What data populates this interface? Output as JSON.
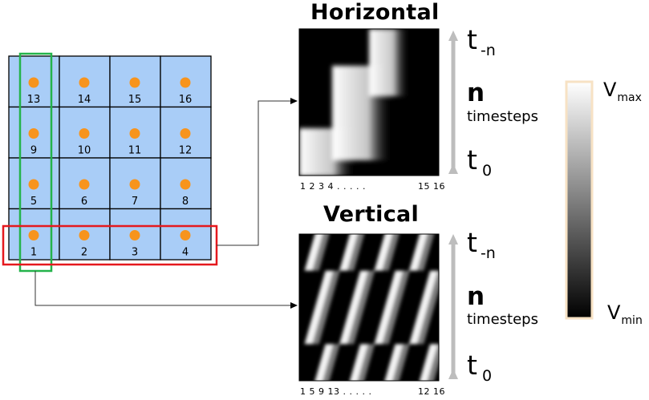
{
  "grid": {
    "rows": [
      [
        "13",
        "14",
        "15",
        "16"
      ],
      [
        "9",
        "10",
        "11",
        "12"
      ],
      [
        "5",
        "6",
        "7",
        "8"
      ],
      [
        "1",
        "2",
        "3",
        "4"
      ]
    ],
    "cell_color": "#a9cdf7",
    "dot_color": "#f7941d",
    "row_highlight_color": "#e5191e",
    "column_highlight_color": "#24b34b"
  },
  "horizontal": {
    "title": "Horizontal",
    "ticks_left": "1 2 3 4 . . . . .",
    "ticks_right": "15 16",
    "t_top_main": "t",
    "t_top_sub": "-n",
    "n_label": "n",
    "timesteps_label": "timesteps",
    "t_bottom_main": "t",
    "t_bottom_sub": "0"
  },
  "vertical": {
    "title": "Vertical",
    "ticks_left": "1 5 9 13 . . . . .",
    "ticks_right": "12 16",
    "t_top_main": "t",
    "t_top_sub": "-n",
    "n_label": "n",
    "timesteps_label": "timesteps",
    "t_bottom_main": "t",
    "t_bottom_sub": "0"
  },
  "colorbar": {
    "max_main": "V",
    "max_sub": "max",
    "min_main": "V",
    "min_sub": "min",
    "border_color": "#f7e2c4"
  }
}
